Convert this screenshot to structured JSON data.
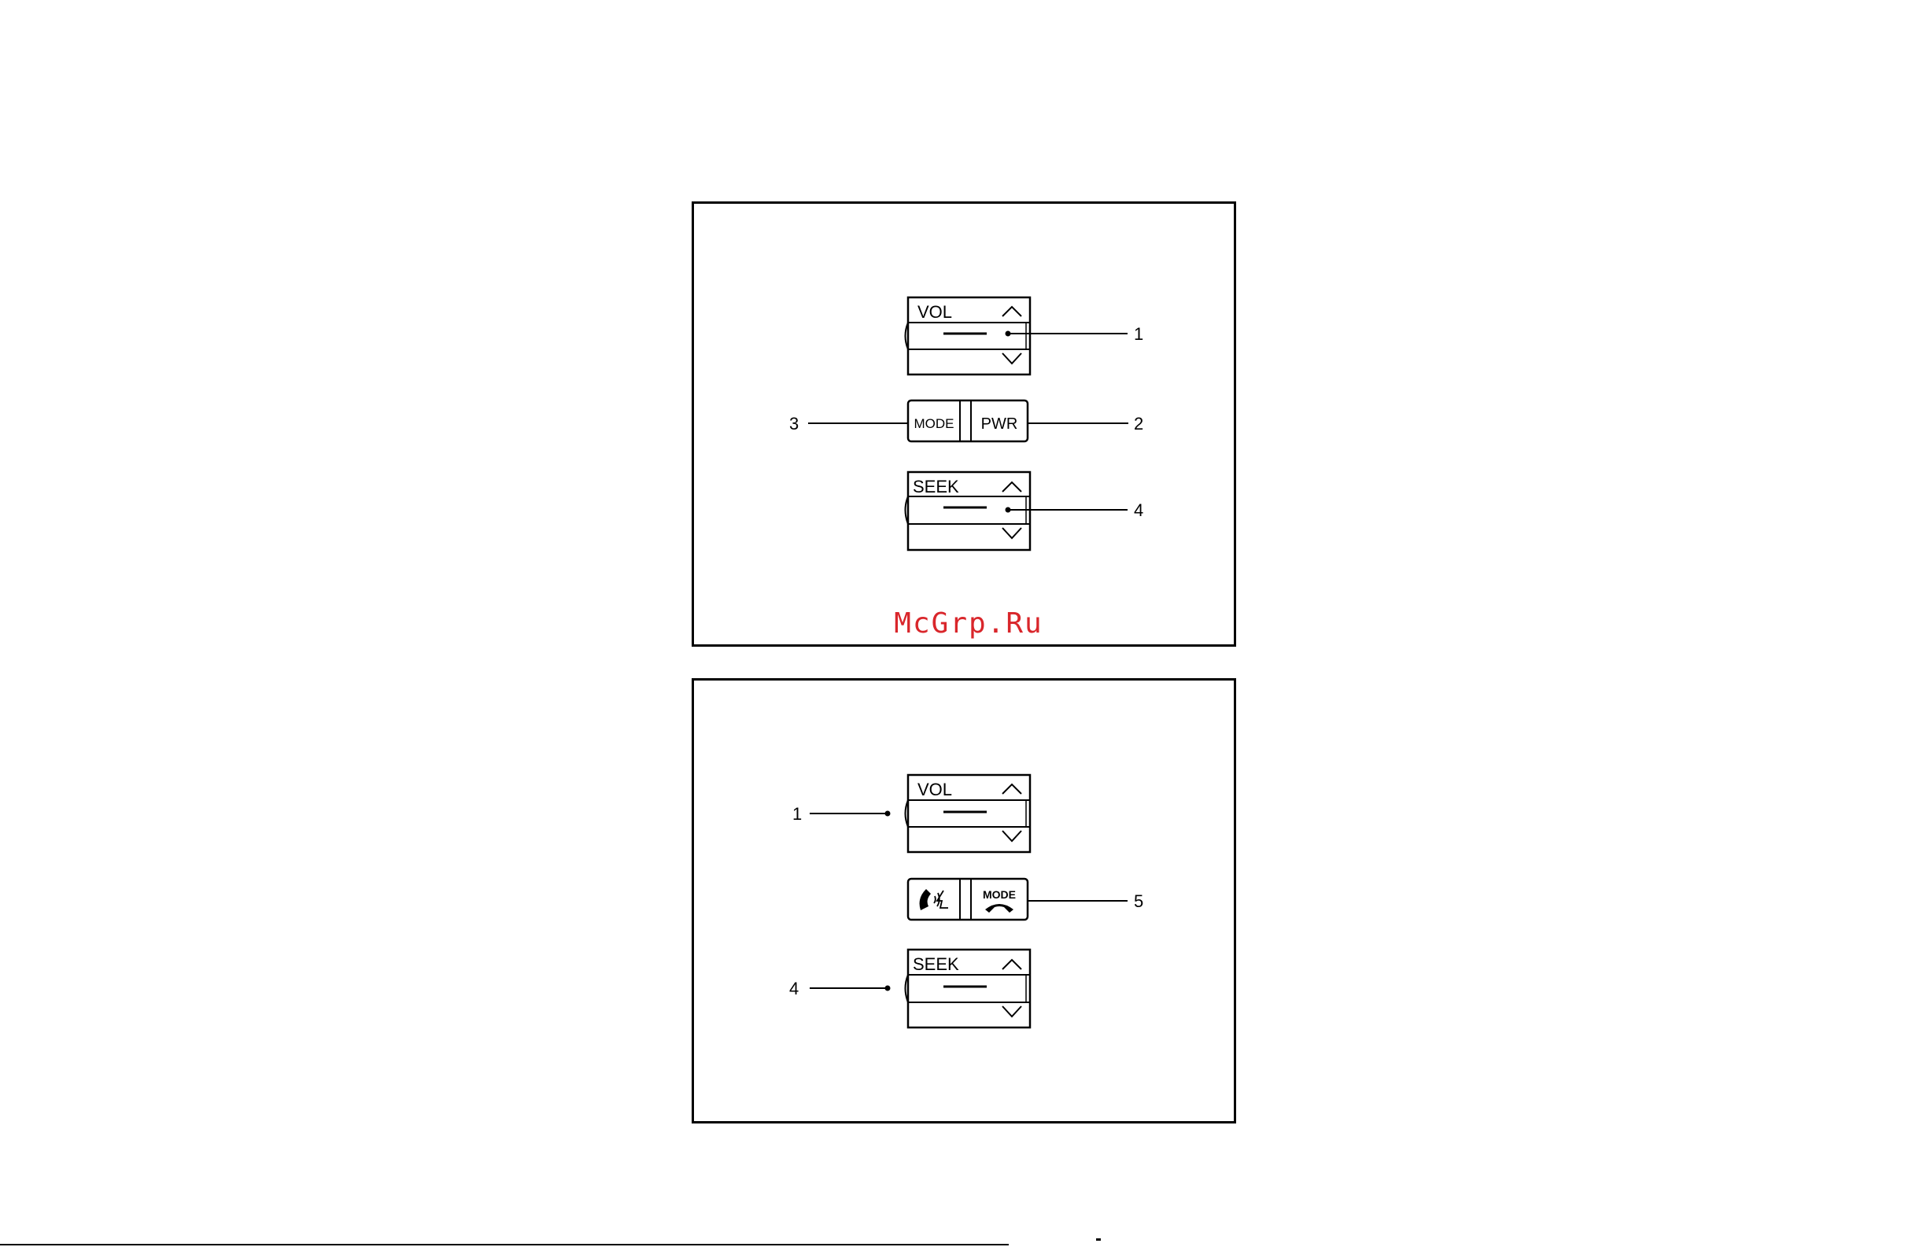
{
  "panel_top": {
    "vol_label": "VOL",
    "mode_label": "MODE",
    "pwr_label": "PWR",
    "seek_label": "SEEK",
    "callout_1": "1",
    "callout_2": "2",
    "callout_3": "3",
    "callout_4": "4",
    "watermark": "McGrp.Ru",
    "watermark_color": "#d9262b"
  },
  "panel_bottom": {
    "vol_label": "VOL",
    "mode_label": "MODE",
    "seek_label": "SEEK",
    "callout_1": "1",
    "callout_4": "4",
    "callout_5": "5",
    "phone_icon": "phone-voice-icon",
    "hangup_icon": "phone-hangup-icon"
  }
}
